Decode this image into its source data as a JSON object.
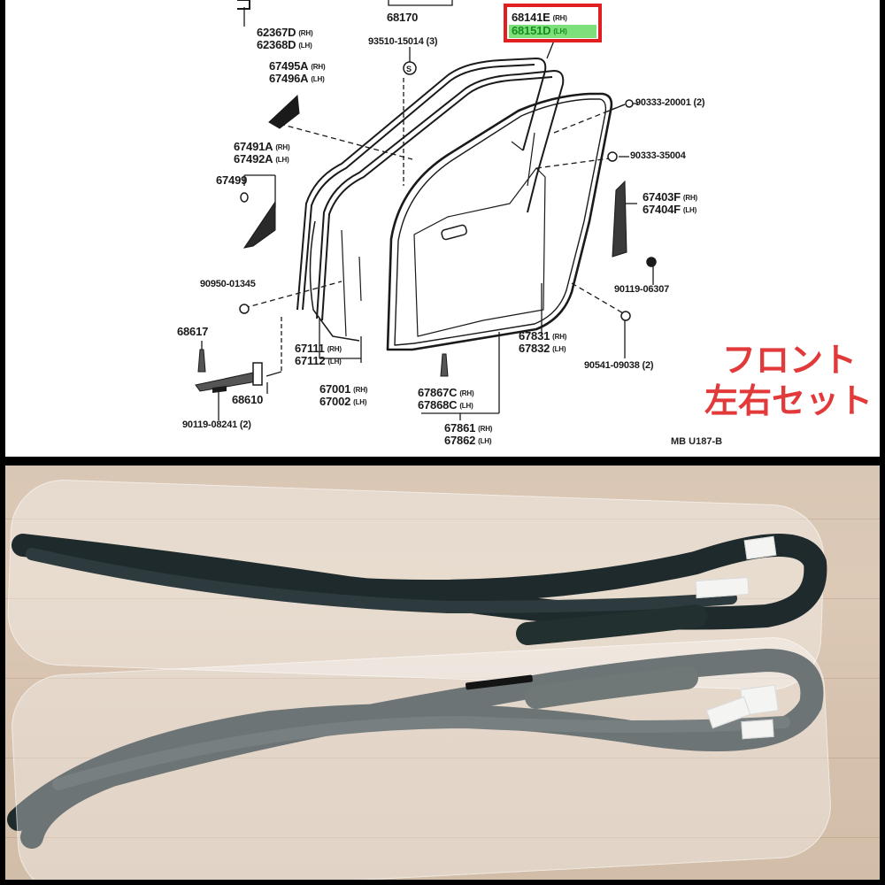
{
  "diagram": {
    "highlighted_part": {
      "rh": "68141E",
      "rh_side": "(RH)",
      "lh": "68151D",
      "lh_side": "(LH)",
      "highlight_color": "#7ee07a",
      "box_color": "#e02020"
    },
    "parts": {
      "p62367": {
        "num": "62367D",
        "side": "(RH)"
      },
      "p62368": {
        "num": "62368D",
        "side": "(LH)"
      },
      "p68170": {
        "num": "68170"
      },
      "p93510": {
        "num": "93510-15014 (3)"
      },
      "p67495": {
        "num": "67495A",
        "side": "(RH)"
      },
      "p67496": {
        "num": "67496A",
        "side": "(LH)"
      },
      "p67491": {
        "num": "67491A",
        "side": "(RH)"
      },
      "p67492": {
        "num": "67492A",
        "side": "(LH)"
      },
      "p67499": {
        "num": "67499"
      },
      "p90333a": {
        "num": "90333-20001 (2)"
      },
      "p90333b": {
        "num": "90333-35004"
      },
      "p67403": {
        "num": "67403F",
        "side": "(RH)"
      },
      "p67404": {
        "num": "67404F",
        "side": "(LH)"
      },
      "p90950": {
        "num": "90950-01345"
      },
      "p90119a": {
        "num": "90119-06307"
      },
      "p68617": {
        "num": "68617"
      },
      "p67111": {
        "num": "67111",
        "side": "(RH)"
      },
      "p67112": {
        "num": "67112",
        "side": "(LH)"
      },
      "p67831": {
        "num": "67831",
        "side": "(RH)"
      },
      "p67832": {
        "num": "67832",
        "side": "(LH)"
      },
      "p90541": {
        "num": "90541-09038 (2)"
      },
      "p68610": {
        "num": "68610"
      },
      "p67001": {
        "num": "67001",
        "side": "(RH)"
      },
      "p67002": {
        "num": "67002",
        "side": "(LH)"
      },
      "p67867": {
        "num": "67867C",
        "side": "(RH)"
      },
      "p67868": {
        "num": "67868C",
        "side": "(LH)"
      },
      "p90119b": {
        "num": "90119-08241 (2)"
      },
      "p67861": {
        "num": "67861",
        "side": "(RH)"
      },
      "p67862": {
        "num": "67862",
        "side": "(LH)"
      }
    },
    "fastener_symbol": "S",
    "reference_code": "MB U187-B"
  },
  "promo": {
    "line1": "フロント",
    "line2": "左右セット",
    "color": "#e23a3a"
  },
  "photo": {
    "description": "Two packaged door weatherstrip seals on wooden floor",
    "bag_count": 2
  }
}
